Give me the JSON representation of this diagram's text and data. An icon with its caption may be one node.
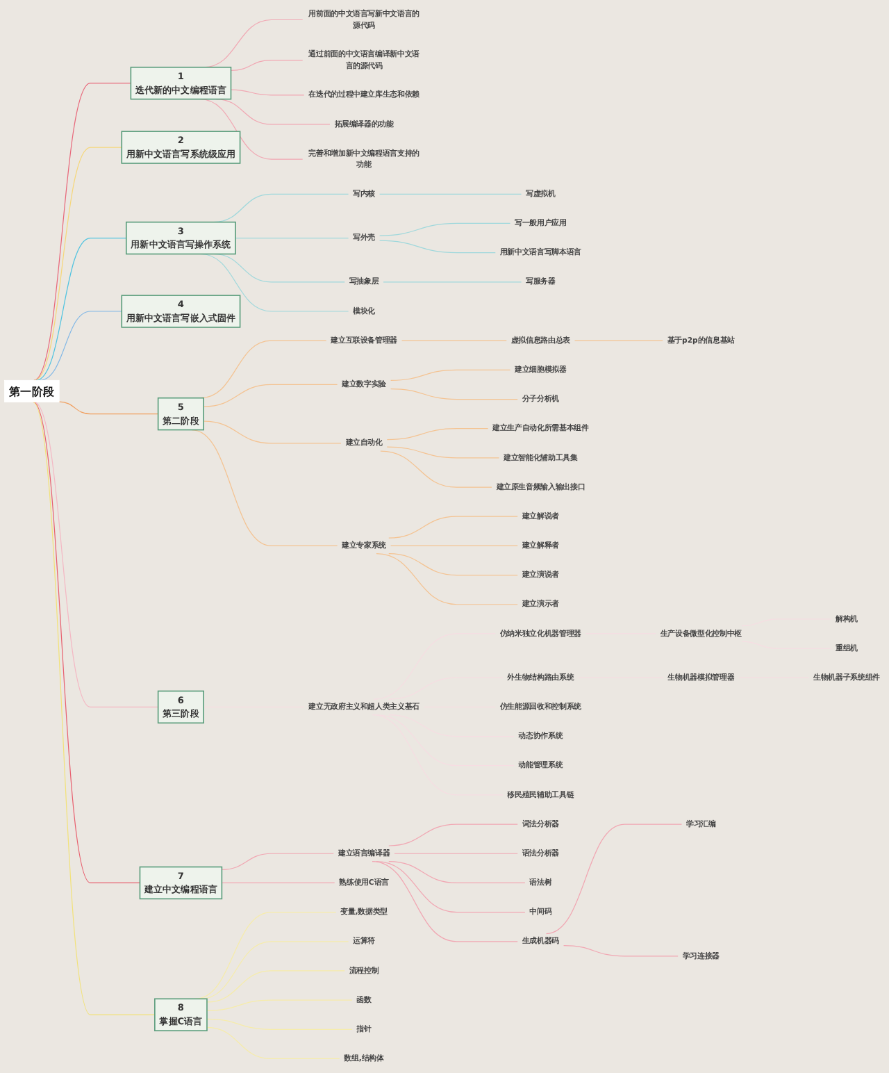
{
  "diagram": {
    "nodes": [
      {
        "text": [
          "第一阶段"
        ]
      },
      {
        "text": [
          "1",
          "迭代新的中文编程语言"
        ]
      },
      {
        "text": [
          "用前面的中文语言写新中文语言的源代码"
        ]
      },
      {
        "text": [
          "通过前面的中文语言编译新中文语言的源代码"
        ]
      },
      {
        "text": [
          "在迭代的过程中建立库生态和依赖"
        ]
      },
      {
        "text": [
          "拓展编译器的功能"
        ]
      },
      {
        "text": [
          "完善和增加新中文编程语言支持的功能"
        ]
      },
      {
        "text": [
          "2",
          "用新中文语言写系统级应用"
        ]
      },
      {
        "text": [
          "3",
          "用新中文语言写操作系统"
        ]
      },
      {
        "text": [
          "写内核"
        ]
      },
      {
        "text": [
          "写虚拟机"
        ]
      },
      {
        "text": [
          "写外壳"
        ]
      },
      {
        "text": [
          "写一般用户应用"
        ]
      },
      {
        "text": [
          "用新中文语言写脚本语言"
        ]
      },
      {
        "text": [
          "写抽象层"
        ]
      },
      {
        "text": [
          "写服务器"
        ]
      },
      {
        "text": [
          "模块化"
        ]
      },
      {
        "text": [
          "4",
          "用新中文语言写嵌入式固件"
        ]
      },
      {
        "text": [
          "5",
          "第二阶段"
        ]
      },
      {
        "text": [
          "建立互联设备管理器"
        ]
      },
      {
        "text": [
          "虚拟信息路由总表"
        ]
      },
      {
        "text": [
          "基于p2p的信息基站"
        ]
      },
      {
        "text": [
          "建立数字实验"
        ]
      },
      {
        "text": [
          "建立细胞模拟器"
        ]
      },
      {
        "text": [
          "分子分析机"
        ]
      },
      {
        "text": [
          "建立自动化"
        ]
      },
      {
        "text": [
          "建立生产自动化所需基本组件"
        ]
      },
      {
        "text": [
          "建立智能化辅助工具集"
        ]
      },
      {
        "text": [
          "建立原生音频输入输出接口"
        ]
      },
      {
        "text": [
          "建立专家系统"
        ]
      },
      {
        "text": [
          "建立解说者"
        ]
      },
      {
        "text": [
          "建立解释者"
        ]
      },
      {
        "text": [
          "建立演说者"
        ]
      },
      {
        "text": [
          "建立演示者"
        ]
      },
      {
        "text": [
          "6",
          "第三阶段"
        ]
      },
      {
        "text": [
          "建立无政府主义和超人类主义基石"
        ]
      },
      {
        "text": [
          "仿纳米独立化机器管理器"
        ]
      },
      {
        "text": [
          "生产设备微型化控制中枢"
        ]
      },
      {
        "text": [
          "解构机"
        ]
      },
      {
        "text": [
          "重组机"
        ]
      },
      {
        "text": [
          "外生物结构路由系统"
        ]
      },
      {
        "text": [
          "生物机器模拟管理器"
        ]
      },
      {
        "text": [
          "生物机器子系统组件"
        ]
      },
      {
        "text": [
          "仿生能源回收和控制系统"
        ]
      },
      {
        "text": [
          "动态协作系统"
        ]
      },
      {
        "text": [
          "动能管理系统"
        ]
      },
      {
        "text": [
          "移民殖民辅助工具链"
        ]
      },
      {
        "text": [
          "7",
          "建立中文编程语言"
        ]
      },
      {
        "text": [
          "建立语言编译器"
        ]
      },
      {
        "text": [
          "词法分析器"
        ]
      },
      {
        "text": [
          "语法分析器"
        ]
      },
      {
        "text": [
          "语法树"
        ]
      },
      {
        "text": [
          "中间码"
        ]
      },
      {
        "text": [
          "生成机器码"
        ]
      },
      {
        "text": [
          "学习汇编"
        ]
      },
      {
        "text": [
          "学习连接器"
        ]
      },
      {
        "text": [
          "熟练使用C语言"
        ]
      },
      {
        "text": [
          "8",
          "掌握C语言"
        ]
      },
      {
        "text": [
          "变量,数据类型"
        ]
      },
      {
        "text": [
          "运算符"
        ]
      },
      {
        "text": [
          "流程控制"
        ]
      },
      {
        "text": [
          "函数"
        ]
      },
      {
        "text": [
          "指针"
        ]
      },
      {
        "text": [
          "数组,结构体"
        ]
      }
    ],
    "edges": [
      {
        "from": 0,
        "to": 1,
        "arrow": "none",
        "color": "#e8677a"
      },
      {
        "from": 1,
        "to": 2,
        "arrow": "none",
        "color": "#f1a7b3"
      },
      {
        "from": 1,
        "to": 3,
        "arrow": "none",
        "color": "#f1a7b3"
      },
      {
        "from": 1,
        "to": 4,
        "arrow": "none",
        "color": "#f1a7b3"
      },
      {
        "from": 1,
        "to": 5,
        "arrow": "none",
        "color": "#f1a7b3"
      },
      {
        "from": 1,
        "to": 6,
        "arrow": "none",
        "color": "#f1a7b3"
      },
      {
        "from": 0,
        "to": 7,
        "arrow": "none",
        "color": "#f6d77a"
      },
      {
        "from": 0,
        "to": 8,
        "arrow": "none",
        "color": "#4fc3e0"
      },
      {
        "from": 8,
        "to": 9,
        "arrow": "none",
        "color": "#9fd8dc"
      },
      {
        "from": 9,
        "to": 10,
        "arrow": "none",
        "color": "#9fd8dc"
      },
      {
        "from": 8,
        "to": 11,
        "arrow": "none",
        "color": "#9fd8dc"
      },
      {
        "from": 11,
        "to": 12,
        "arrow": "none",
        "color": "#9fd8dc"
      },
      {
        "from": 11,
        "to": 13,
        "arrow": "none",
        "color": "#9fd8dc"
      },
      {
        "from": 8,
        "to": 14,
        "arrow": "none",
        "color": "#9fd8dc"
      },
      {
        "from": 14,
        "to": 15,
        "arrow": "none",
        "color": "#9fd8dc"
      },
      {
        "from": 8,
        "to": 16,
        "arrow": "none",
        "color": "#9fd8dc"
      },
      {
        "from": 0,
        "to": 17,
        "arrow": "none",
        "color": "#82b8e6"
      },
      {
        "from": 0,
        "to": 18,
        "arrow": "none",
        "color": "#f0a060"
      },
      {
        "from": 18,
        "to": 19,
        "arrow": "none",
        "color": "#f4c392"
      },
      {
        "from": 19,
        "to": 20,
        "arrow": "none",
        "color": "#f4c392"
      },
      {
        "from": 20,
        "to": 21,
        "arrow": "none",
        "color": "#f4c392"
      },
      {
        "from": 18,
        "to": 22,
        "arrow": "none",
        "color": "#f4c392"
      },
      {
        "from": 22,
        "to": 23,
        "arrow": "none",
        "color": "#f4c392"
      },
      {
        "from": 22,
        "to": 24,
        "arrow": "none",
        "color": "#f4c392"
      },
      {
        "from": 18,
        "to": 25,
        "arrow": "none",
        "color": "#f4c392"
      },
      {
        "from": 25,
        "to": 26,
        "arrow": "none",
        "color": "#f4c392"
      },
      {
        "from": 25,
        "to": 27,
        "arrow": "none",
        "color": "#f4c392"
      },
      {
        "from": 25,
        "to": 28,
        "arrow": "none",
        "color": "#f4c392"
      },
      {
        "from": 18,
        "to": 29,
        "arrow": "none",
        "color": "#f4c392"
      },
      {
        "from": 29,
        "to": 30,
        "arrow": "none",
        "color": "#f4c392"
      },
      {
        "from": 29,
        "to": 31,
        "arrow": "none",
        "color": "#f4c392"
      },
      {
        "from": 29,
        "to": 32,
        "arrow": "none",
        "color": "#f4c392"
      },
      {
        "from": 29,
        "to": 33,
        "arrow": "none",
        "color": "#f4c392"
      },
      {
        "from": 0,
        "to": 34,
        "arrow": "none",
        "color": "#f4b8c4"
      },
      {
        "from": 34,
        "to": 35,
        "arrow": "none",
        "color": "#f6dde2"
      },
      {
        "from": 35,
        "to": 36,
        "arrow": "none",
        "color": "#f6dde2"
      },
      {
        "from": 36,
        "to": 37,
        "arrow": "none",
        "color": "#f6dde2"
      },
      {
        "from": 37,
        "to": 38,
        "arrow": "none",
        "color": "#f6dde2"
      },
      {
        "from": 37,
        "to": 39,
        "arrow": "none",
        "color": "#f6dde2"
      },
      {
        "from": 35,
        "to": 40,
        "arrow": "none",
        "color": "#f6dde2"
      },
      {
        "from": 40,
        "to": 41,
        "arrow": "none",
        "color": "#f6dde2"
      },
      {
        "from": 41,
        "to": 42,
        "arrow": "none",
        "color": "#f6dde2"
      },
      {
        "from": 35,
        "to": 43,
        "arrow": "none",
        "color": "#f6dde2"
      },
      {
        "from": 35,
        "to": 44,
        "arrow": "none",
        "color": "#f6dde2"
      },
      {
        "from": 35,
        "to": 45,
        "arrow": "none",
        "color": "#f6dde2"
      },
      {
        "from": 35,
        "to": 46,
        "arrow": "none",
        "color": "#f6dde2"
      },
      {
        "from": 0,
        "to": 47,
        "arrow": "none",
        "color": "#e8606f"
      },
      {
        "from": 47,
        "to": 48,
        "arrow": "none",
        "color": "#f1a7b3"
      },
      {
        "from": 48,
        "to": 49,
        "arrow": "none",
        "color": "#f1a7b3"
      },
      {
        "from": 48,
        "to": 50,
        "arrow": "none",
        "color": "#f1a7b3"
      },
      {
        "from": 48,
        "to": 51,
        "arrow": "none",
        "color": "#f1a7b3"
      },
      {
        "from": 48,
        "to": 52,
        "arrow": "none",
        "color": "#f1a7b3"
      },
      {
        "from": 48,
        "to": 53,
        "arrow": "none",
        "color": "#f1a7b3"
      },
      {
        "from": 53,
        "to": 54,
        "arrow": "none",
        "color": "#f1a7b3"
      },
      {
        "from": 53,
        "to": 55,
        "arrow": "none",
        "color": "#f1a7b3"
      },
      {
        "from": 47,
        "to": 56,
        "arrow": "none",
        "color": "#f1a7b3"
      },
      {
        "from": 0,
        "to": 57,
        "arrow": "none",
        "color": "#f2e27a"
      },
      {
        "from": 57,
        "to": 58,
        "arrow": "none",
        "color": "#f6ecaa"
      },
      {
        "from": 57,
        "to": 59,
        "arrow": "none",
        "color": "#f6ecaa"
      },
      {
        "from": 57,
        "to": 60,
        "arrow": "none",
        "color": "#f6ecaa"
      },
      {
        "from": 57,
        "to": 61,
        "arrow": "none",
        "color": "#f6ecaa"
      },
      {
        "from": 57,
        "to": 62,
        "arrow": "none",
        "color": "#f6ecaa"
      },
      {
        "from": 57,
        "to": 63,
        "arrow": "none",
        "color": "#f6ecaa"
      }
    ]
  }
}
